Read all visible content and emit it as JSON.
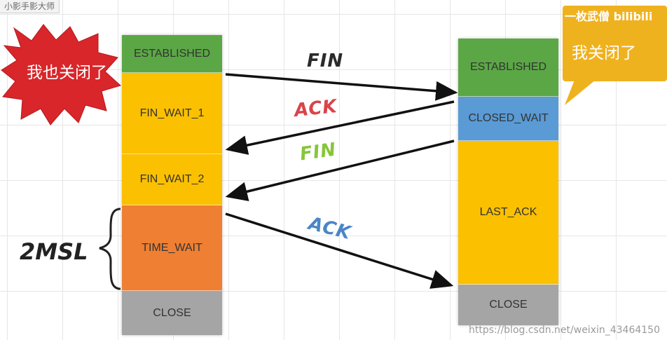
{
  "watermark": {
    "top_left": "小影手影大师",
    "brand": "一枚武僧 bilibili",
    "url": "https://blog.csdn.net/weixin_43464150"
  },
  "left_bubble": {
    "text": "我也关闭了"
  },
  "right_bubble": {
    "text": "我关闭了"
  },
  "left_column": {
    "states": [
      {
        "label": "ESTABLISHED",
        "color": "#5ba745"
      },
      {
        "label": "FIN_WAIT_1",
        "color": "#fbc000"
      },
      {
        "label": "FIN_WAIT_2",
        "color": "#fbc000"
      },
      {
        "label": "TIME_WAIT",
        "color": "#ee7f33"
      },
      {
        "label": "CLOSE",
        "color": "#a5a5a5"
      }
    ]
  },
  "right_column": {
    "states": [
      {
        "label": "ESTABLISHED",
        "color": "#5ba745"
      },
      {
        "label": "CLOSED_WAIT",
        "color": "#5a9ad5"
      },
      {
        "label": "LAST_ACK",
        "color": "#fbc000"
      },
      {
        "label": "CLOSE",
        "color": "#a5a5a5"
      }
    ]
  },
  "arrows": [
    {
      "label": "FIN",
      "color": "#2b2b2b"
    },
    {
      "label": "ACK",
      "color": "#d9444a"
    },
    {
      "label": "FIN",
      "color": "#86c63a"
    },
    {
      "label": "ACK",
      "color": "#4a86c6"
    }
  ],
  "brace_label": "2MSL"
}
